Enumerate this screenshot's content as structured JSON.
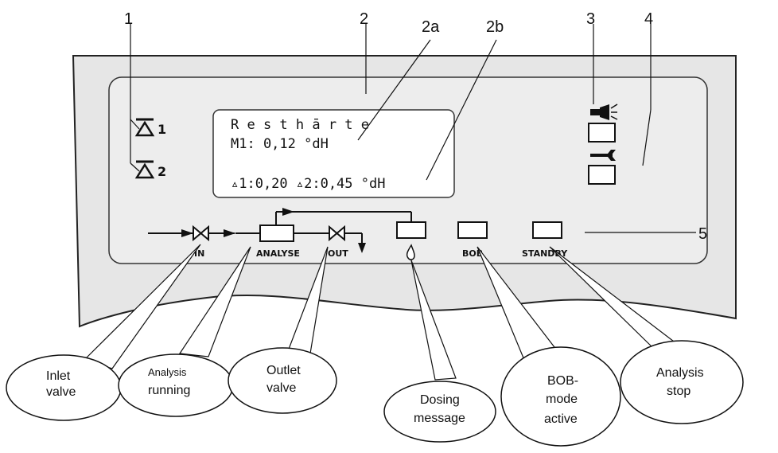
{
  "callout_numbers": {
    "n1": "1",
    "n2": "2",
    "n2a": "2a",
    "n2b": "2b",
    "n3": "3",
    "n4": "4",
    "n5": "5"
  },
  "display": {
    "line1": "R e s t h ā r t e",
    "line2": "M1: 0,12 °dH",
    "line3": "▵1:0,20 ▵2:0,45 °dH"
  },
  "alarms": {
    "a1": "1",
    "a2": "2"
  },
  "panel_labels": {
    "inlet": "IN",
    "analyse": "ANALYSE",
    "outlet": "OUT",
    "bob": "BOB",
    "standby": "STANDBY"
  },
  "bubbles": {
    "inlet": [
      "Inlet",
      "valve"
    ],
    "analysis": [
      "Analysis",
      "running"
    ],
    "outlet": [
      "Outlet",
      "valve"
    ],
    "dosing": [
      "Dosing",
      "message"
    ],
    "bob": [
      "BOB-",
      "mode",
      "active"
    ],
    "stop": [
      "Analysis",
      "stop"
    ]
  },
  "icons": {
    "alarm": "alarm-triangle-icon",
    "horn": "horn-icon",
    "wrench": "wrench-icon",
    "valve": "valve-icon",
    "droplet": "droplet-icon",
    "arrow": "flow-arrow-icon"
  }
}
